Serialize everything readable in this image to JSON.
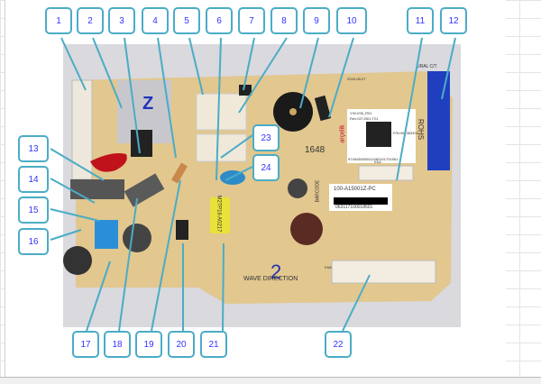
{
  "callouts": [
    "1",
    "2",
    "3",
    "4",
    "5",
    "6",
    "7",
    "8",
    "9",
    "10",
    "11",
    "12",
    "13",
    "14",
    "15",
    "16",
    "17",
    "18",
    "19",
    "20",
    "21",
    "22",
    "23",
    "24"
  ],
  "board_text": {
    "wave_direction": "WAVE DIRECTION",
    "rohs": "ROHS",
    "brand": "arçelik",
    "label_yn": "Y/N:V06_R01",
    "label_rev": "Rev:027-B01-T01",
    "label_pn": "P/N:494383304",
    "label_serial": "9749438300411060101701561",
    "barcode_title": "100-A15001Z-PC",
    "barcode_number": "063117100018501",
    "barcode_side": "BARCODE",
    "date": "2016-08-07",
    "silk_1648": "1648",
    "transformer": "M27P16 A0217",
    "ural": "URAL C/T",
    "cn6": "KN6",
    "cn4": "KN4",
    "hand_z": "Z",
    "hand_2": "2"
  },
  "colors": {
    "callout_border": "#4bacc6",
    "callout_text": "#3333ff",
    "board": "#e2c78f"
  }
}
